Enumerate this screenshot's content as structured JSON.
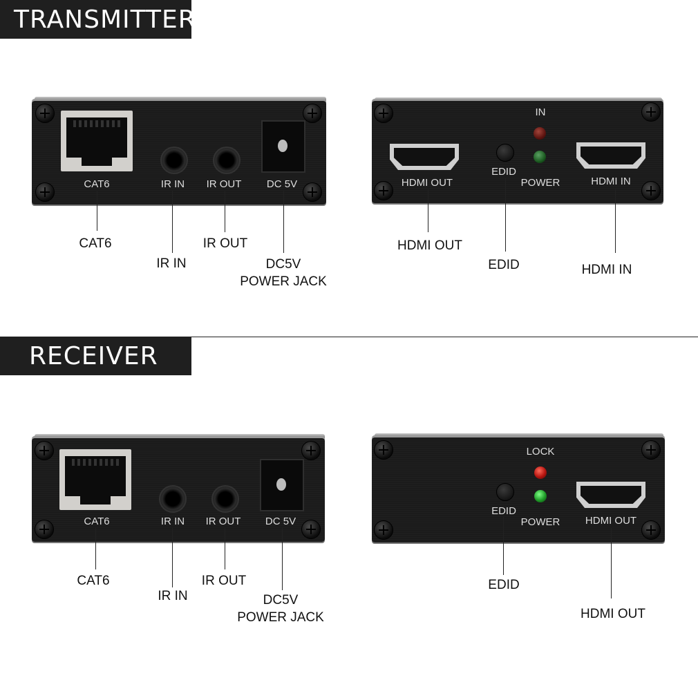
{
  "sections": {
    "transmitter": "TRANSMITTER",
    "receiver": "RECEIVER"
  },
  "transmitter_left": {
    "panel_labels": {
      "cat6": "CAT6",
      "ir_in": "IR IN",
      "ir_out": "IR OUT",
      "dc": "DC 5V"
    },
    "callouts": {
      "cat6": "CAT6",
      "ir_in": "IR IN",
      "ir_out": "IR OUT",
      "dc_line1": "DC5V",
      "dc_line2": "POWER JACK"
    }
  },
  "transmitter_right": {
    "panel_labels": {
      "hdmi_out": "HDMI OUT",
      "in": "IN",
      "edid": "EDID",
      "power": "POWER",
      "hdmi_in": "HDMI IN"
    },
    "callouts": {
      "hdmi_out": "HDMI OUT",
      "edid": "EDID",
      "hdmi_in": "HDMI IN"
    }
  },
  "receiver_left": {
    "panel_labels": {
      "cat6": "CAT6",
      "ir_in": "IR IN",
      "ir_out": "IR OUT",
      "dc": "DC 5V"
    },
    "callouts": {
      "cat6": "CAT6",
      "ir_in": "IR IN",
      "ir_out": "IR OUT",
      "dc_line1": "DC5V",
      "dc_line2": "POWER JACK"
    }
  },
  "receiver_right": {
    "panel_labels": {
      "lock": "LOCK",
      "edid": "EDID",
      "power": "POWER",
      "hdmi_out": "HDMI OUT"
    },
    "callouts": {
      "edid": "EDID",
      "hdmi_out": "HDMI OUT"
    }
  },
  "colors": {
    "banner_bg": "#1f1f1f",
    "panel_bg": "#1a1a1a",
    "led_red": "#d0201a",
    "led_green": "#22a82c"
  }
}
